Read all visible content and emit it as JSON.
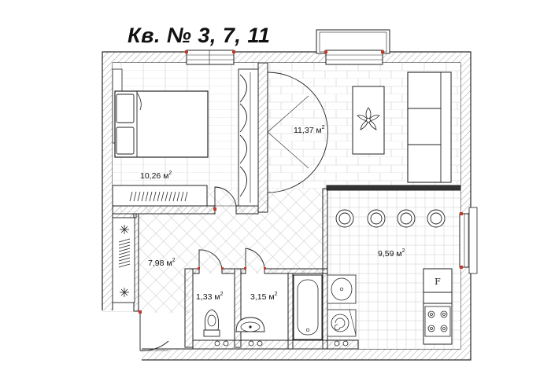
{
  "title": "Кв. № 3, 7, 11",
  "rooms": [
    {
      "id": "bedroom",
      "area": "10,26 м",
      "unit_sup": "2"
    },
    {
      "id": "living",
      "area": "11,37 м",
      "unit_sup": "2"
    },
    {
      "id": "hall",
      "area": "7,98 м",
      "unit_sup": "2"
    },
    {
      "id": "kitchen",
      "area": "9,59 м",
      "unit_sup": "2"
    },
    {
      "id": "wc",
      "area": "1,33 м",
      "unit_sup": "2"
    },
    {
      "id": "bath",
      "area": "3,15 м",
      "unit_sup": "2"
    }
  ],
  "appliances": {
    "fridge_letter": "F"
  },
  "colors": {
    "wall": "#ffffff",
    "line": "#222222",
    "hatch": "#8a8a8a",
    "accent": "#c0392b"
  }
}
